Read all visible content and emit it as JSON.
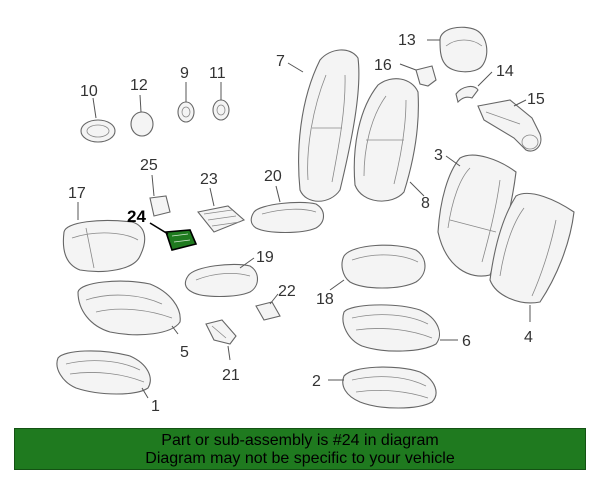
{
  "diagram": {
    "labels": {
      "p1": "1",
      "p2": "2",
      "p3": "3",
      "p4": "4",
      "p5": "5",
      "p6": "6",
      "p7": "7",
      "p8": "8",
      "p9": "9",
      "p10": "10",
      "p11": "11",
      "p12": "12",
      "p13": "13",
      "p14": "14",
      "p15": "15",
      "p16": "16",
      "p17": "17",
      "p18": "18",
      "p19": "19",
      "p20": "20",
      "p21": "21",
      "p22": "22",
      "p23": "23",
      "p24": "24",
      "p25": "25"
    },
    "highlight_color": "#1f7a1f"
  },
  "banner": {
    "line1": "Part or sub-assembly is #24 in diagram",
    "line2": "Diagram may not be specific to your vehicle",
    "background": "#1f7a1f"
  }
}
